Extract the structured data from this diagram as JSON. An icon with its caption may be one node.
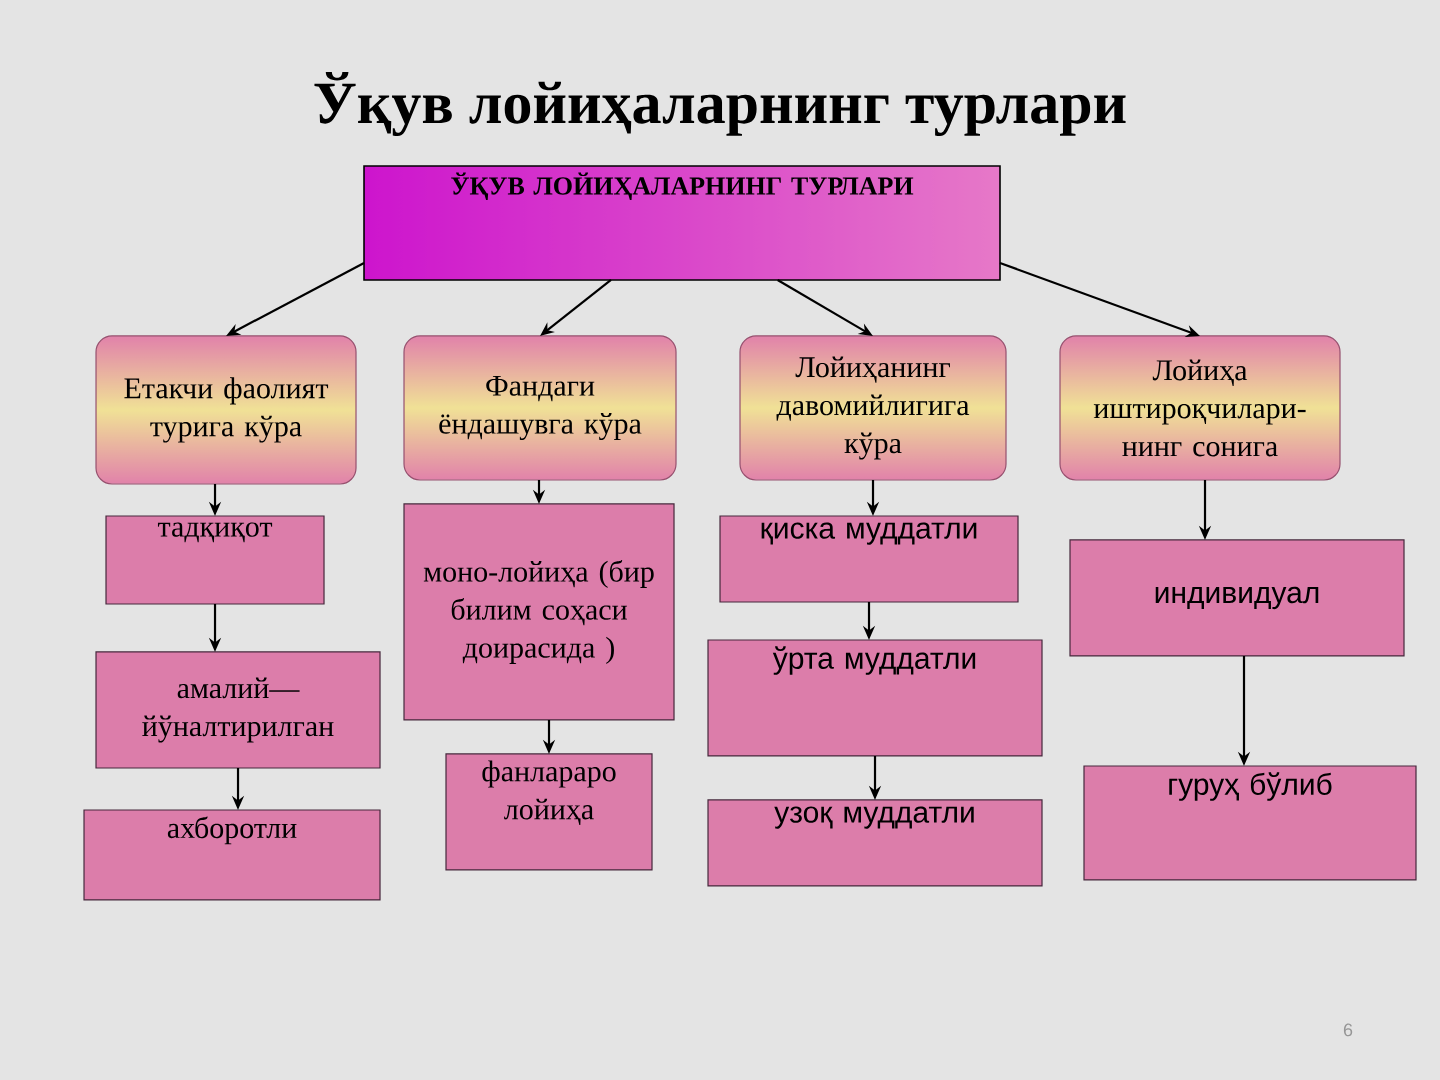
{
  "diagram": {
    "title": "Ўқув лойиҳаларнинг турлари",
    "nodes": [
      {
        "text": [
          "ЎҚУВ ЛОЙИҲАЛАРНИНГ ТУРЛАРИ"
        ]
      },
      {
        "text": [
          "Етакчи фаолият турига кўра"
        ]
      },
      {
        "text": [
          "Фандаги ёндашувга кўра"
        ]
      },
      {
        "text": [
          "Лойиҳанинг давомийлигига кўра"
        ]
      },
      {
        "text": [
          "Лойиҳа иштироқчилари- нинг сонига"
        ]
      },
      {
        "text": [
          "тадқиқот"
        ]
      },
      {
        "text": [
          "амалий— йўналтирилган"
        ]
      },
      {
        "text": [
          "ахборотли"
        ]
      },
      {
        "text": [
          "моно-лойиҳа (бир билим соҳаси доирасида )"
        ]
      },
      {
        "text": [
          "фанлараро лойиҳа"
        ]
      },
      {
        "text": [
          "қиска муддатли"
        ]
      },
      {
        "text": [
          "ўрта муддатли"
        ]
      },
      {
        "text": [
          "узоқ муддатли"
        ]
      },
      {
        "text": [
          "индивидуал"
        ]
      },
      {
        "text": [
          "гуруҳ бўлиб"
        ]
      }
    ],
    "edges": [
      {
        "from": 0,
        "to": 1,
        "arrow": "to"
      },
      {
        "from": 0,
        "to": 2,
        "arrow": "to"
      },
      {
        "from": 0,
        "to": 3,
        "arrow": "to"
      },
      {
        "from": 0,
        "to": 4,
        "arrow": "to"
      },
      {
        "from": 1,
        "to": 5,
        "arrow": "to"
      },
      {
        "from": 5,
        "to": 6,
        "arrow": "to"
      },
      {
        "from": 6,
        "to": 7,
        "arrow": "to"
      },
      {
        "from": 2,
        "to": 8,
        "arrow": "to"
      },
      {
        "from": 8,
        "to": 9,
        "arrow": "to"
      },
      {
        "from": 3,
        "to": 10,
        "arrow": "to"
      },
      {
        "from": 10,
        "to": 11,
        "arrow": "to"
      },
      {
        "from": 11,
        "to": 12,
        "arrow": "to"
      },
      {
        "from": 4,
        "to": 13,
        "arrow": "to"
      },
      {
        "from": 13,
        "to": 14,
        "arrow": "to"
      }
    ],
    "labels": [
      "6"
    ]
  }
}
